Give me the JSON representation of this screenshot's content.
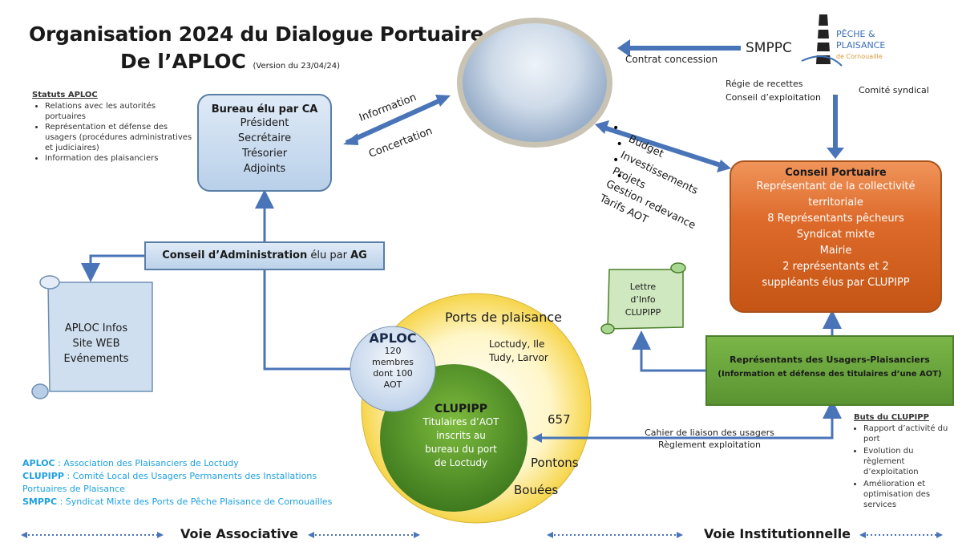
{
  "title": {
    "line1": "Organisation 2024 du Dialogue Portuaire",
    "line2": "De l’APLOC",
    "version": "(Version du 23/04/24)"
  },
  "statuts": {
    "heading": "Statuts APLOC",
    "items": [
      "Relations avec les autorités portuaires",
      "Représentation et défense des usagers (procédures administratives et judiciaires)",
      "Information des plaisanciers"
    ]
  },
  "bureau": {
    "heading": "Bureau élu par CA",
    "lines": [
      "Président",
      "Secrétaire",
      "Trésorier",
      "Adjoints"
    ]
  },
  "ca": {
    "bold": "Conseil d’Administration",
    "middle": " élu par ",
    "bold2": "AG"
  },
  "aploc_infos": {
    "lines": [
      "APLOC Infos",
      "Site WEB",
      "Evénements"
    ]
  },
  "info_arrows": {
    "information": "Information",
    "concertation": "Concertation"
  },
  "topics": [
    "Budget",
    "Investissements",
    "Projets",
    "Gestion redevance",
    "Tarifs AOT"
  ],
  "smppc": {
    "label": "SMPPC",
    "contrat": "Contrat concession",
    "regie": "Régie de recettes",
    "conseil": "Conseil d’exploitation",
    "comite": "Comité syndical",
    "logo_line1": "PÊCHE &",
    "logo_line2": "PLAISANCE",
    "logo_line3": "de Cornouaille"
  },
  "conseil_portuaire": {
    "heading": "Conseil Portuaire",
    "lines": [
      "Représentant de la collectivité",
      "territoriale",
      "8 Représentants pêcheurs",
      "Syndicat mixte",
      "Mairie",
      "2 représentants et 2",
      "suppléants élus par CLUPIPP"
    ]
  },
  "lettre": {
    "lines": [
      "Lettre",
      "d’Info",
      "CLUPIPP"
    ]
  },
  "representants": {
    "line1": "Représentants des Usagers-Plaisanciers",
    "line2": "(Information et défense des titulaires d’une AOT)"
  },
  "ports": {
    "title": "Ports de plaisance",
    "sub1": "Loctudy, Ile",
    "sub2": "Tudy, Larvor",
    "count": "657",
    "pontons": "Pontons",
    "bouees": "Bouées"
  },
  "aploc_circle": {
    "heading": "APLOC",
    "lines": [
      "120",
      "membres",
      "dont 100",
      "AOT"
    ]
  },
  "clupipp_circle": {
    "heading": "CLUPIPP",
    "lines": [
      "Titulaires d’AOT",
      "inscrits au",
      "bureau du port",
      "de Loctudy"
    ]
  },
  "cahier": {
    "line1": "Cahier de liaison des usagers",
    "line2": "Règlement exploitation"
  },
  "buts": {
    "heading": "Buts du CLUPIPP",
    "items": [
      "Rapport d’activité du port",
      "Evolution du règlement d’exploitation",
      "Amélioration et optimisation des services"
    ]
  },
  "legend": [
    {
      "abbr": "APLOC",
      "text": " : Association des Plaisanciers de Loctudy"
    },
    {
      "abbr": "CLUPIPP",
      "text": " : Comité Local des Usagers Permanents des Installations Portuaires de Plaisance"
    },
    {
      "abbr": "SMPPC",
      "text": " : Syndicat Mixte des Ports de Pêche Plaisance de Cornouailles"
    }
  ],
  "voies": {
    "associative": "Voie Associative",
    "institutionnelle": "Voie Institutionnelle"
  },
  "colors": {
    "blue_arrow": "#4a74b8",
    "orange": "#dd6a2a",
    "green": "#5a9432",
    "legend": "#1ea0e0"
  }
}
